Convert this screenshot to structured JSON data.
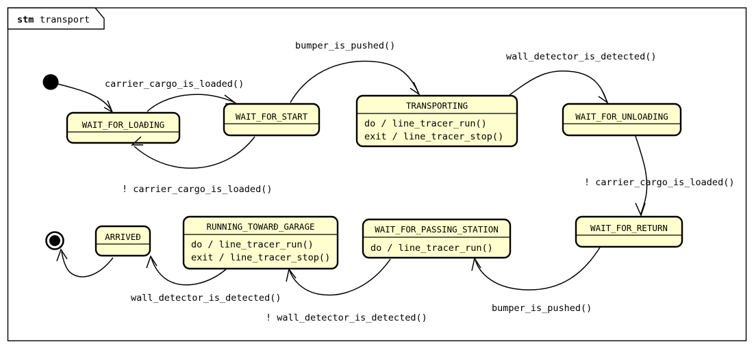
{
  "frame": {
    "keyword": "stm",
    "name": "transport"
  },
  "nodes": {
    "initial": {
      "label": "start-node"
    },
    "final": {
      "label": "final-node"
    },
    "wait_for_loading": {
      "title": "WAIT_FOR_LOAÐING",
      "body": []
    },
    "wait_for_start": {
      "title": "WAIT_FOR_START",
      "body": []
    },
    "transporting": {
      "title": "TRANSPORTING",
      "body": [
        "do / line_tracer_run()",
        "exit / line_tracer_stop()"
      ]
    },
    "wait_for_unloading": {
      "title": "WAIT_FOR_UNLOAÐING",
      "body": []
    },
    "wait_for_return": {
      "title": "WAIT_FOR_RETURN",
      "body": []
    },
    "wait_for_passing_station": {
      "title": "WAIT_FOR_PASSING_STATION",
      "body": [
        "do / line_tracer_run()"
      ]
    },
    "running_toward_garage": {
      "title": "RUNNING_TOWARÐ_GARAGE",
      "body": [
        "do / line_tracer_run()",
        "exit / line_tracer_stop()"
      ]
    },
    "arrived": {
      "title": "ARRIVEÐ",
      "body": []
    }
  },
  "transitions": [
    {
      "id": "t0",
      "from": "initial",
      "to": "wait_for_loading",
      "label": ""
    },
    {
      "id": "t1",
      "from": "wait_for_loading",
      "to": "wait_for_start",
      "label": "carrier_cargo_is_loaded()"
    },
    {
      "id": "t2",
      "from": "wait_for_start",
      "to": "wait_for_loading",
      "label": "! carrier_cargo_is_loaded()"
    },
    {
      "id": "t3",
      "from": "wait_for_start",
      "to": "transporting",
      "label": "bumper_is_pushed()"
    },
    {
      "id": "t4",
      "from": "transporting",
      "to": "wait_for_unloading",
      "label": "wall_detector_is_detected()"
    },
    {
      "id": "t5",
      "from": "wait_for_unloading",
      "to": "wait_for_return",
      "label": "! carrier_cargo_is_loaded()"
    },
    {
      "id": "t6",
      "from": "wait_for_return",
      "to": "wait_for_passing_station",
      "label": "bumper_is_pushed()"
    },
    {
      "id": "t7",
      "from": "wait_for_passing_station",
      "to": "running_toward_garage",
      "label": "! wall_detector_is_detected()"
    },
    {
      "id": "t8",
      "from": "running_toward_garage",
      "to": "arrived",
      "label": "wall_detector_is_detected()"
    },
    {
      "id": "t9",
      "from": "arrived",
      "to": "final",
      "label": ""
    }
  ],
  "labels": {
    "l_carrier_loaded": "carrier_cargo_is_loaded()",
    "l_not_carrier_loaded": "! carrier_cargo_is_loaded()",
    "l_bumper": "bumper_is_pushed()",
    "l_wall": "wall_detector_is_detected()",
    "l_not_wall": "! wall_detector_is_detected()",
    "l_not_carrier_loaded2": "! carrier_cargo_is_loaded()",
    "l_bumper2": "bumper_is_pushed()",
    "l_wall2": "wall_detector_is_detected()"
  },
  "colors": {
    "state_fill": "#FEFECE",
    "stroke": "#000000",
    "background": "#FFFFFF"
  }
}
